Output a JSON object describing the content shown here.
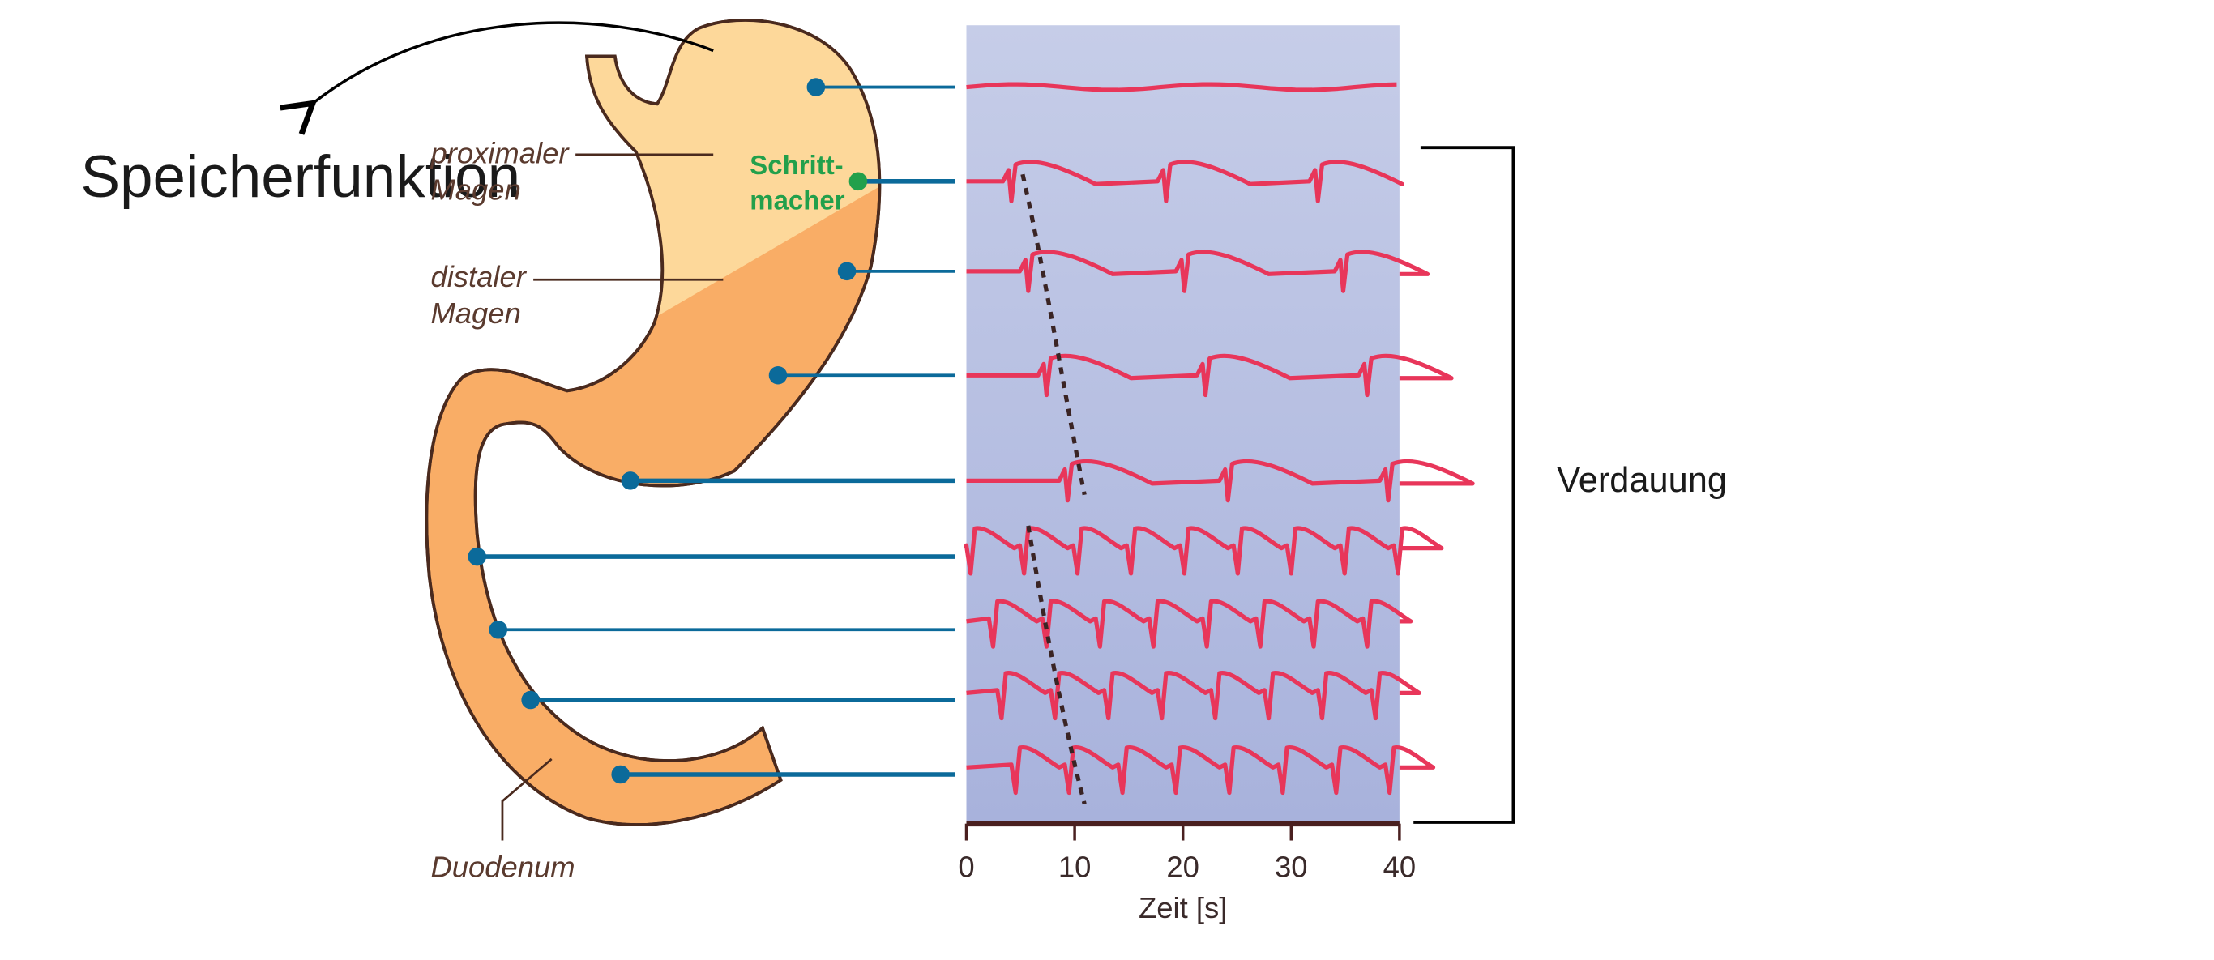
{
  "labels": {
    "storage_function": "Speicherfunktion",
    "proximal_line1": "proximaler",
    "proximal_line2": "Magen",
    "distal_line1": "distaler",
    "distal_line2": "Magen",
    "pacemaker_line1": "Schritt-",
    "pacemaker_line2": "macher",
    "duodenum": "Duodenum",
    "digestion": "Verdauung"
  },
  "axis": {
    "xlabel": "Zeit [s]",
    "ticks": [
      "0",
      "10",
      "20",
      "30",
      "40"
    ]
  },
  "colors": {
    "stomach_proximal": "#fdd89a",
    "stomach_distal": "#f9ad66",
    "outline": "#4a2a1e",
    "electrode": "#0b6a9a",
    "pacemaker": "#22a04b",
    "trace": "#e8365a",
    "panel_top": "#c6cde8",
    "panel_bottom": "#a8b2dc"
  }
}
